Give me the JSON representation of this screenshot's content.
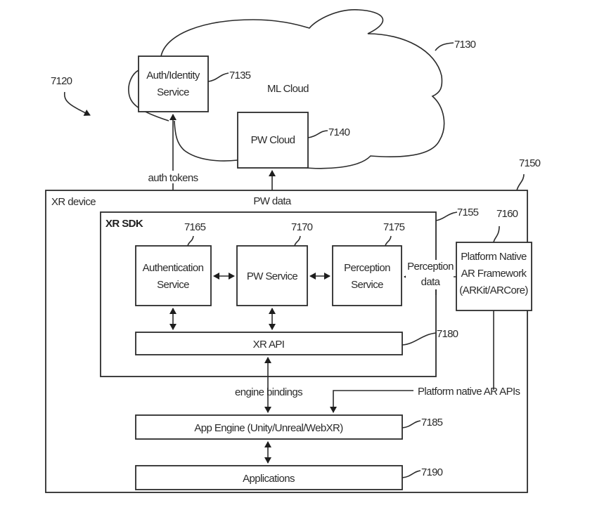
{
  "figure": {
    "ref": "7120"
  },
  "cloud": {
    "label": "ML Cloud",
    "ref": "7130"
  },
  "auth_identity": {
    "line1": "Auth/Identity",
    "line2": "Service",
    "ref": "7135"
  },
  "pw_cloud": {
    "label": "PW Cloud",
    "ref": "7140"
  },
  "xr_device": {
    "label": "XR device",
    "ref": "7150"
  },
  "xr_sdk": {
    "label": "XR SDK",
    "ref": "7155"
  },
  "platform_native": {
    "line1": "Platform Native",
    "line2": "AR Framework",
    "line3": "(ARKit/ARCore)",
    "ref": "7160"
  },
  "authentication_service": {
    "line1": "Authentication",
    "line2": "Service",
    "ref": "7165"
  },
  "pw_service": {
    "label": "PW Service",
    "ref": "7170"
  },
  "perception_service": {
    "line1": "Perception",
    "line2": "Service",
    "ref": "7175"
  },
  "xr_api": {
    "label": "XR API",
    "ref": "7180"
  },
  "app_engine": {
    "label": "App Engine (Unity/Unreal/WebXR)",
    "ref": "7185"
  },
  "applications": {
    "label": "Applications",
    "ref": "7190"
  },
  "connections": {
    "auth_tokens": "auth tokens",
    "pw_data": "PW data",
    "perception_data_line1": "Perception",
    "perception_data_line2": "data",
    "engine_bindings": "engine bindings",
    "platform_native_apis": "Platform native AR APIs"
  }
}
